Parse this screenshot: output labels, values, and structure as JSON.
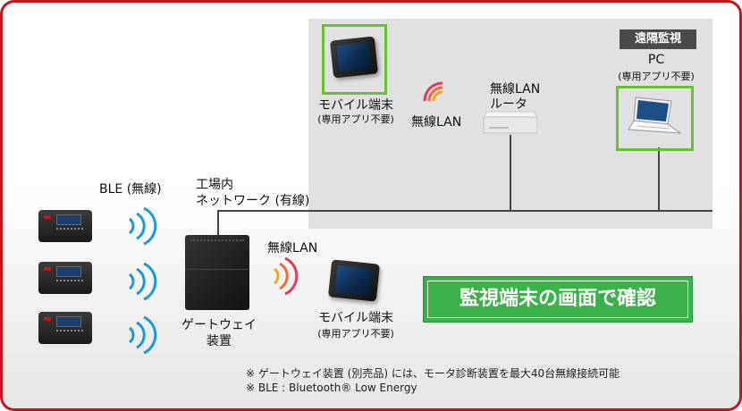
{
  "remote_monitoring": "遠隔監視",
  "pc": {
    "title": "PC",
    "subtitle": "(専用アプリ不要)"
  },
  "mobile_top": {
    "title": "モバイル端末",
    "subtitle": "(専用アプリ不要)"
  },
  "wireless_lan_top": "無線LAN",
  "router": {
    "line1": "無線LAN",
    "line2": "ルータ"
  },
  "ble_label": "BLE (無線)",
  "network": {
    "line1": "工場内",
    "line2": "ネットワーク (有線)"
  },
  "gateway": {
    "line1": "ゲートウェイ",
    "line2": "装置"
  },
  "wireless_lan_bottom": "無線LAN",
  "mobile_bottom": {
    "title": "モバイル端末",
    "subtitle": "(専用アプリ不要)"
  },
  "banner": "監視端末の画面で確認",
  "notes": [
    "※ ゲートウェイ装置 (別売品) には、モータ診断装置を最大40台無線接続可能",
    "※ BLE : Bluetooth® Low Energy"
  ],
  "colors": {
    "frame": "#c4161c",
    "highlight": "#69c036",
    "banner": "#3bb14a",
    "wave_blue": "#1a9bd7",
    "wave_warm": [
      "#f5a623",
      "#ee6a3a",
      "#e0395e"
    ]
  }
}
